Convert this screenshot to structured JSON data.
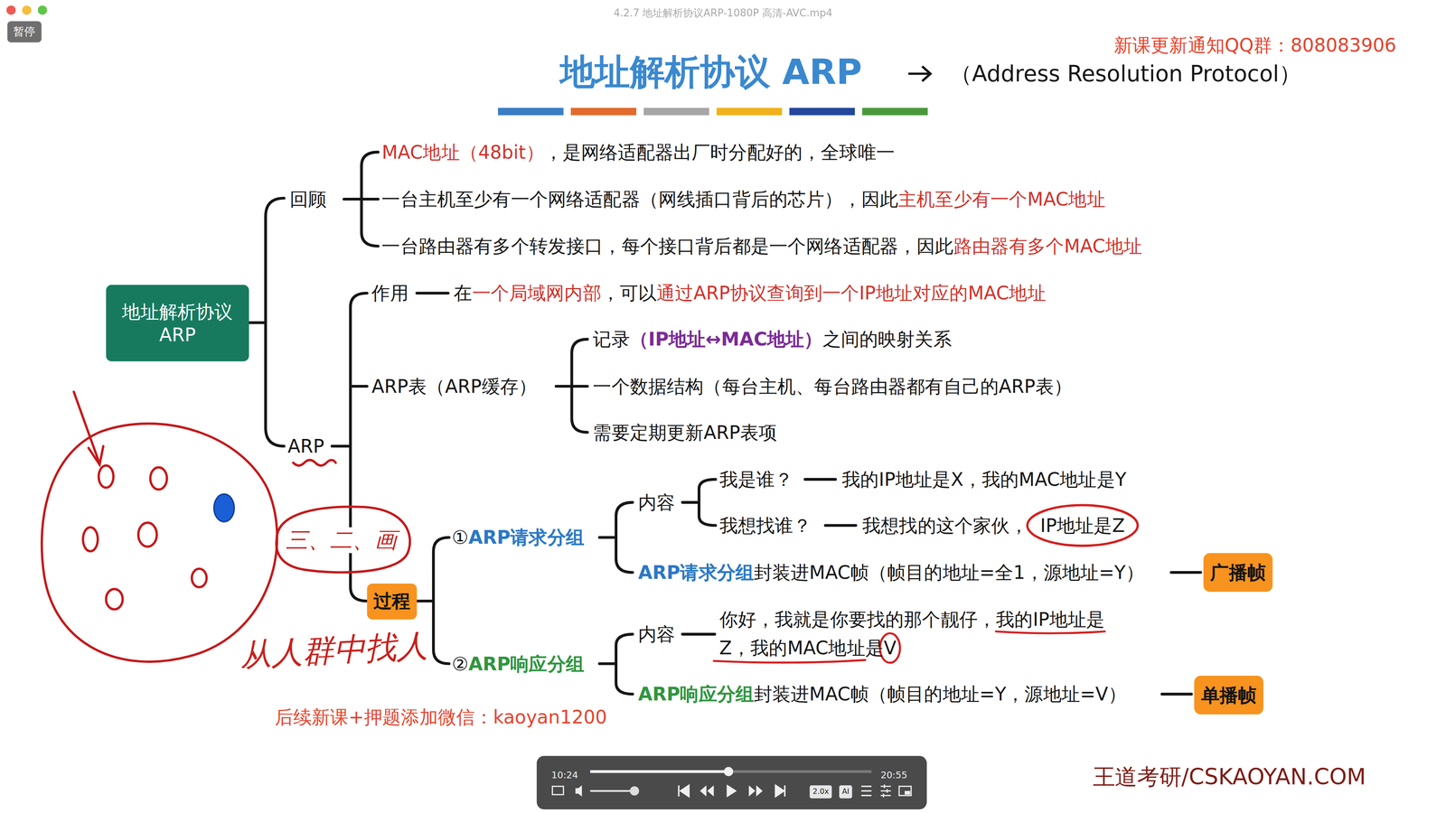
{
  "diagram": {
    "title": "地址解析协议 ARP",
    "nodes": [
      {
        "text": [
          "暂停"
        ]
      },
      {
        "text": [
          "地址解析协议 ARP"
        ]
      },
      {
        "text": [
          "广播帧"
        ]
      },
      {
        "text": [
          "过程"
        ]
      },
      {
        "text": [
          "单播帧"
        ]
      },
      {
        "text": [
          "2.0x"
        ]
      },
      {
        "text": [
          "AI"
        ]
      }
    ],
    "labels": [
      "4.2.7 地址解析协议ARP-1080P 高清-AVC.mp4",
      "新课更新通知QQ群：808083906",
      "（Address Resolution Protocol）",
      "回顾",
      "MAC地址（48bit）",
      "，是网络适配器出厂时分配好的，全球唯一",
      "一台主机至少有一个网络适配器（网线插口背后的芯片），因此",
      "主机至少有一个MAC地址",
      "一台路由器有多个转发接口，每个接口背后都是一个网络适配器，因此",
      "路由器有多个MAC地址",
      "作用",
      "在",
      "一个局域网内部",
      "，可以",
      "通过ARP协议查询到一个IP地址对应的MAC地址",
      "ARP表（ARP缓存）",
      "记录",
      "（IP地址↔MAC地址）",
      "之间的映射关系",
      "一个数据结构（每台主机、每台路由器都有自己的ARP表）",
      "需要定期更新ARP表项",
      "ARP",
      "我是谁？",
      "我的IP地址是X，我的MAC地址是Y",
      "内容",
      "三、二、画",
      "我想找谁？",
      "我想找的这个家伙，",
      "IP地址是Z",
      "①",
      "ARP请求分组",
      "ARP请求分组",
      "封装进MAC帧（帧目的地址=全1，源地址=Y）",
      "你好，我就是你要找的那个靓仔，我的IP地址是",
      "内容",
      "Z，我的MAC地址是V",
      "从人群中找人",
      "②",
      "ARP响应分组",
      "ARP响应分组",
      "封装进MAC帧（帧目的地址=Y，源地址=V）",
      "后续新课+押题添加微信：kaoyan1200",
      "10:24",
      "20:55",
      "王道考研/CSKAOYAN.COM"
    ]
  }
}
